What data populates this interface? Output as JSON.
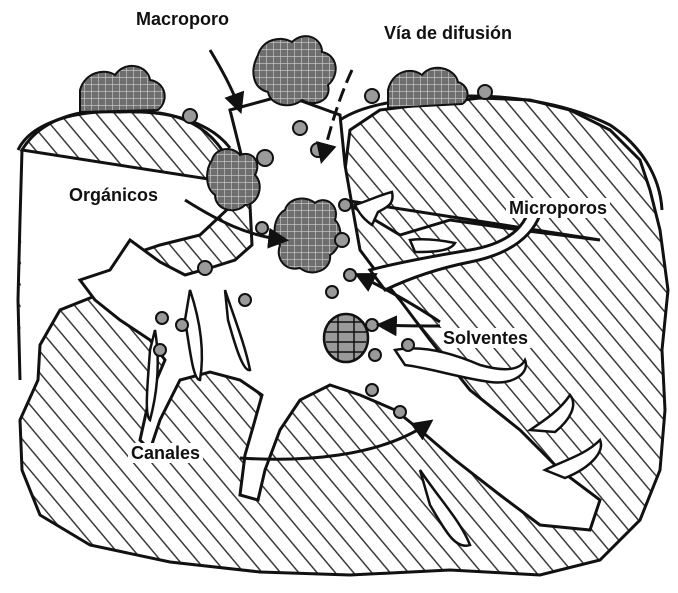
{
  "labels": {
    "macroporo": "Macroporo",
    "via_difusion": "Vía de difusión",
    "organicos": "Orgánicos",
    "microporos": "Microporos",
    "solventes": "Solventes",
    "canales": "Canales"
  },
  "colors": {
    "background": "#ffffff",
    "matrix_hatch": "#3a3a3a",
    "pore_fill": "#ffffff",
    "organic_cluster": "#7a7a7a",
    "solvent_particle": "#9a9a9a",
    "outline": "#111111"
  }
}
